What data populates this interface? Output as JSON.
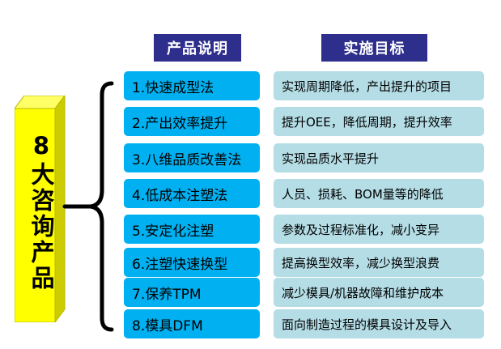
{
  "headers": {
    "left": "产品说明",
    "right": "实施目标"
  },
  "category": {
    "title": "8大咨询产品"
  },
  "colors": {
    "header_bg": "#2E2E8C",
    "product_bg": "#00B0F0",
    "goal_bg": "#B4DDE6",
    "prism_front": "#FFFF00",
    "prism_side": "#CCCC00"
  },
  "rows": [
    {
      "product": "1.快速成型法",
      "goal": "实现周期降低，产出提升的项目"
    },
    {
      "product": "2.产出效率提升",
      "goal": "提升OEE，降低周期，提升效率"
    },
    {
      "product": "3.八维品质改善法",
      "goal": "实现品质水平提升"
    },
    {
      "product": "4.低成本注塑法",
      "goal": "人员、损耗、BOM量等的降低"
    },
    {
      "product": "5.安定化注塑",
      "goal": "参数及过程标准化，减小变异"
    },
    {
      "product": "6.注塑快速换型",
      "goal": "提高换型效率，减少换型浪费"
    },
    {
      "product": "7.保养TPM",
      "goal": "减少模具/机器故障和维护成本"
    },
    {
      "product": "8.模具DFM",
      "goal": "面向制造过程的模具设计及导入"
    }
  ]
}
